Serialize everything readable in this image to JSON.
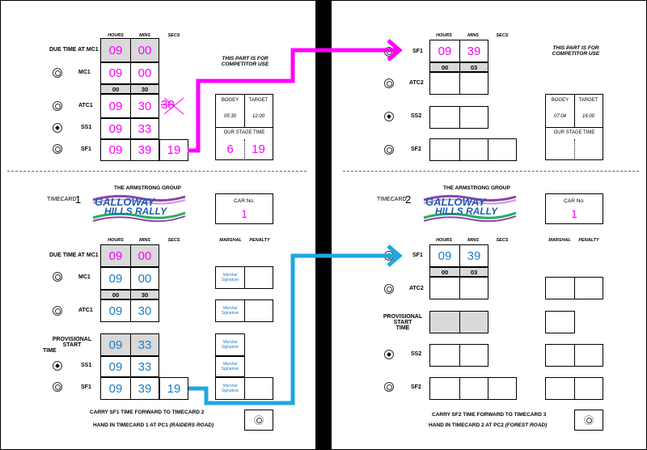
{
  "headers": {
    "hours": "HOURS",
    "mins": "MINS",
    "secs": "SECS",
    "marshal": "MARSHAL",
    "penalty": "PENALTY"
  },
  "competitor_note_line1": "THIS PART IS FOR",
  "competitor_note_line2": "COMPETITOR USE",
  "bogey": {
    "bogey_label": "BOGEY",
    "target_label": "TARGET",
    "stage_time_label": "OUR STAGE TIME"
  },
  "group_name": "THE ARMSTRONG GROUP",
  "logo_line1": "GALLOWAY",
  "logo_line2": "HILLS RALLY",
  "car_label": "CAR No.",
  "marshal_signature": "Marshal Signature",
  "colors": {
    "pink": "#ff00ff",
    "blue": "#1f7cc4",
    "grey": "#d9d9d9"
  },
  "left": {
    "top": {
      "due_label": "DUE TIME AT MC1",
      "due_h": "09",
      "due_m": "00",
      "mc1_label": "MC1",
      "mc1_h": "09",
      "mc1_m": "00",
      "offset_h": "00",
      "offset_m": "30",
      "atc1_label": "ATC1",
      "atc1_h": "09",
      "atc1_m": "30",
      "atc1_s_crossed": "30",
      "ss1_label": "SS1",
      "ss1_h": "09",
      "ss1_m": "33",
      "sf1_label": "SF1",
      "sf1_h": "09",
      "sf1_m": "39",
      "sf1_s": "19",
      "bogey_val": "05:30",
      "target_val": "12:00",
      "stage_min": "6",
      "stage_sec": "19"
    },
    "card": {
      "timecard_label": "TIMECARD",
      "timecard_num": "1",
      "car_num": "1",
      "due_label": "DUE TIME AT MC1",
      "due_h": "09",
      "due_m": "00",
      "mc1_label": "MC1",
      "mc1_h": "09",
      "mc1_m": "00",
      "offset_h": "00",
      "offset_m": "30",
      "atc1_label": "ATC1",
      "atc1_h": "09",
      "atc1_m": "30",
      "prov_label_1": "PROVISIONAL START",
      "prov_label_2": "TIME",
      "prov_h": "09",
      "prov_m": "33",
      "ss1_label": "SS1",
      "ss1_h": "09",
      "ss1_m": "33",
      "sf1_label": "SF1",
      "sf1_h": "09",
      "sf1_m": "39",
      "sf1_s": "19",
      "carry_note": "CARRY SF1 TIME FORWARD TO TIMECARD 2",
      "hand_in_prefix": "HAND IN TIMECARD 1 AT PC1",
      "hand_in_place": "(RAIDERS ROAD)"
    }
  },
  "right": {
    "top": {
      "sf1_label": "SF1",
      "sf1_h": "09",
      "sf1_m": "39",
      "offset_h": "00",
      "offset_m": "03",
      "atc2_label": "ATC2",
      "ss2_label": "SS2",
      "sf2_label": "SF2",
      "bogey_val": "07:04",
      "target_val": "16:00"
    },
    "card": {
      "timecard_label": "TIMECARD",
      "timecard_num": "2",
      "car_num": "1",
      "sf1_label": "SF1",
      "sf1_h": "09",
      "sf1_m": "39",
      "offset_h": "00",
      "offset_m": "03",
      "atc2_label": "ATC2",
      "prov_label_1": "PROVISIONAL START",
      "prov_label_2": "TIME",
      "ss2_label": "SS2",
      "sf2_label": "SF2",
      "carry_note": "CARRY SF2 TIME FORWARD TO TIMECARD 3",
      "hand_in_prefix": "HAND IN TIMECARD 2 AT PC2",
      "hand_in_place": "(FOREST ROAD)"
    }
  }
}
